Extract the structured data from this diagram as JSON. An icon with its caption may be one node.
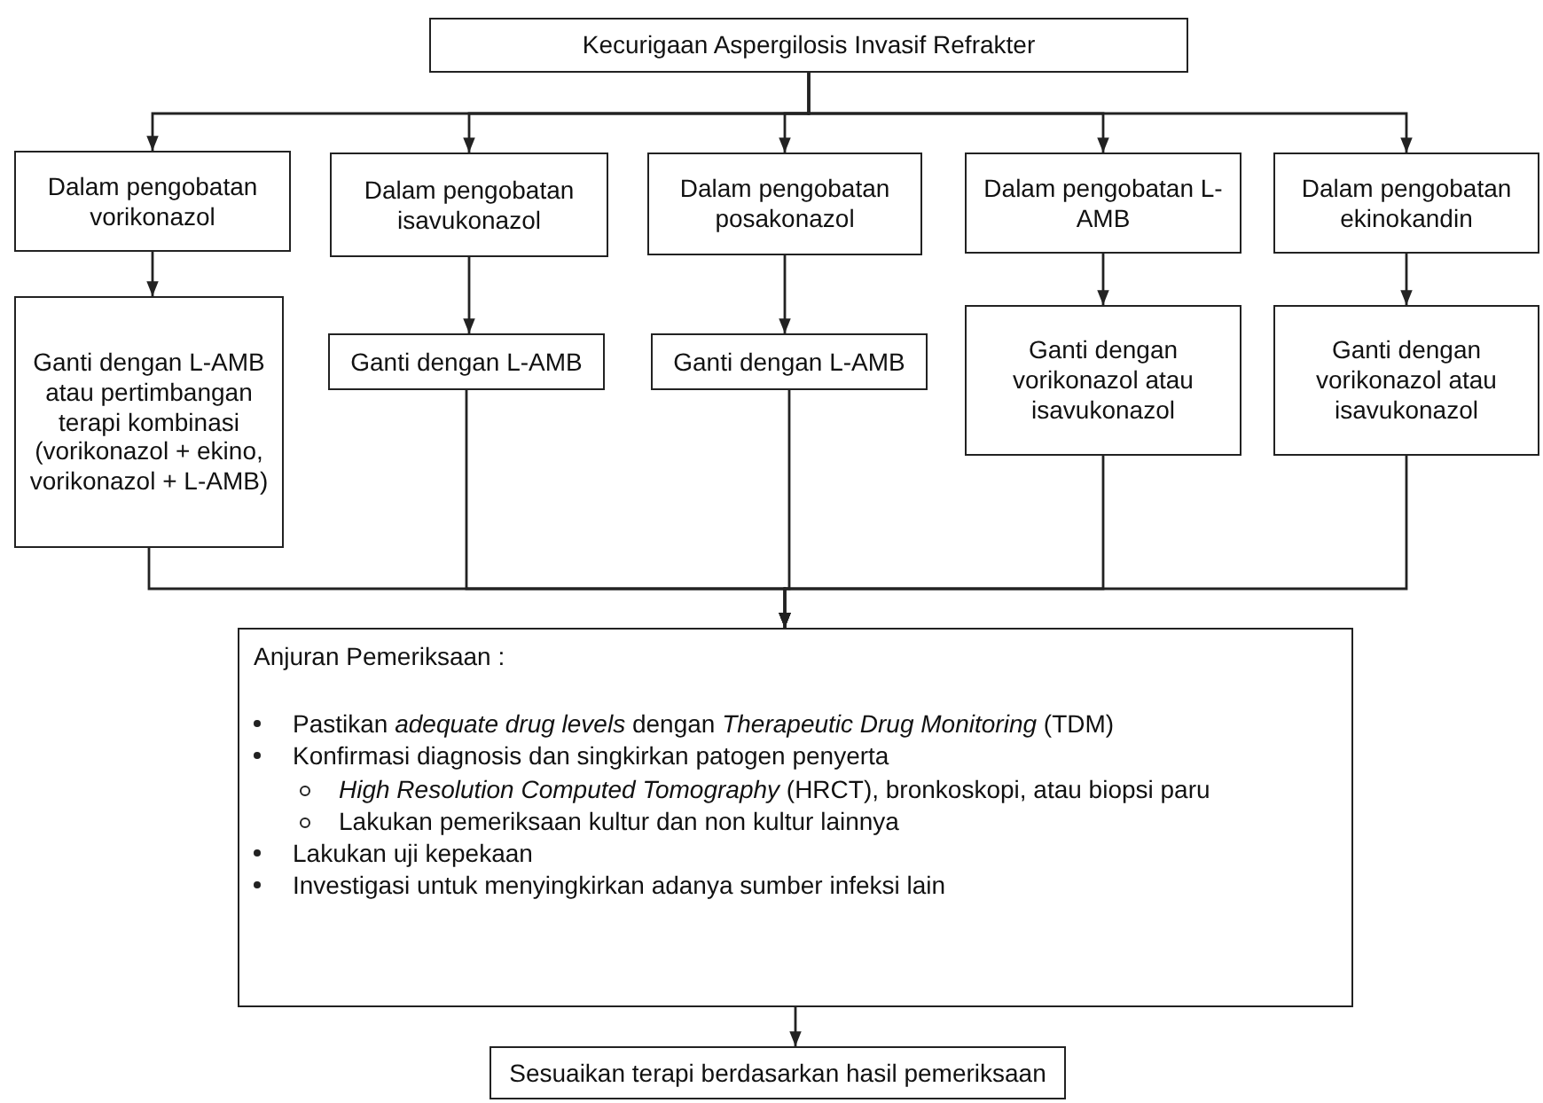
{
  "diagram": {
    "nodes": [
      {
        "text": [
          "Kecurigaan Aspergilosis Invasif Refrakter"
        ]
      },
      {
        "text": [
          "Dalam pengobatan vorikonazol"
        ]
      },
      {
        "text": [
          "Dalam pengobatan isavukonazol"
        ]
      },
      {
        "text": [
          "Dalam pengobatan posakonazol"
        ]
      },
      {
        "text": [
          "Dalam pengobatan L-AMB"
        ]
      },
      {
        "text": [
          "Dalam pengobatan ekinokandin"
        ]
      },
      {
        "text": [
          "Ganti dengan L-AMB atau pertimbangan terapi kombinasi (vorikonazol + ekino, vorikonazol + L-AMB)"
        ]
      },
      {
        "text": [
          "Ganti dengan L-AMB"
        ]
      },
      {
        "text": [
          "Ganti dengan L-AMB"
        ]
      },
      {
        "text": [
          "Ganti dengan vorikonazol atau isavukonazol"
        ]
      },
      {
        "text": [
          "Ganti dengan vorikonazol atau isavukonazol"
        ]
      },
      {
        "text": [
          "Anjuran Pemeriksaan :",
          "Pastikan *adequate drug levels* dengan *Therapeutic Drug Monitoring* (TDM)",
          "Konfirmasi diagnosis dan singkirkan patogen penyerta",
          "*High Resolution Computed Tomography* (HRCT), bronkoskopi, atau biopsi paru",
          "Lakukan pemeriksaan kultur dan non kultur lainnya",
          "Lakukan uji kepekaan",
          "Investigasi untuk menyingkirkan adanya sumber infeksi lain"
        ]
      },
      {
        "text": [
          "Sesuaikan terapi berdasarkan hasil pemeriksaan"
        ]
      }
    ],
    "edges": [
      {
        "from": 0,
        "to": 1,
        "arrow": "to"
      },
      {
        "from": 0,
        "to": 2,
        "arrow": "to"
      },
      {
        "from": 0,
        "to": 3,
        "arrow": "to"
      },
      {
        "from": 0,
        "to": 4,
        "arrow": "to"
      },
      {
        "from": 0,
        "to": 5,
        "arrow": "to"
      },
      {
        "from": 1,
        "to": 6,
        "arrow": "to"
      },
      {
        "from": 2,
        "to": 7,
        "arrow": "to"
      },
      {
        "from": 3,
        "to": 8,
        "arrow": "to"
      },
      {
        "from": 4,
        "to": 9,
        "arrow": "to"
      },
      {
        "from": 5,
        "to": 10,
        "arrow": "to"
      },
      {
        "from": 6,
        "to": 11,
        "arrow": "to"
      },
      {
        "from": 7,
        "to": 11,
        "arrow": "to"
      },
      {
        "from": 8,
        "to": 11,
        "arrow": "to"
      },
      {
        "from": 9,
        "to": 11,
        "arrow": "to"
      },
      {
        "from": 10,
        "to": 11,
        "arrow": "to"
      },
      {
        "from": 11,
        "to": 12,
        "arrow": "to"
      }
    ]
  }
}
